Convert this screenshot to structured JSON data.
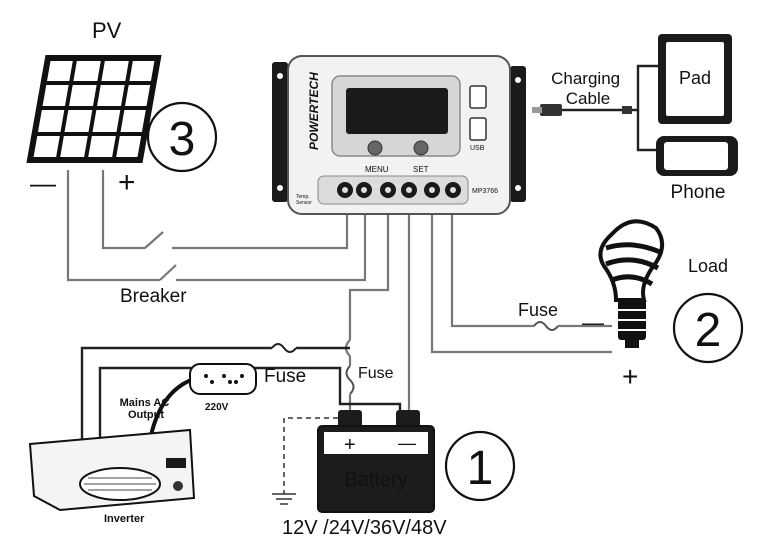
{
  "labels": {
    "pv": "PV",
    "pv_minus": "—",
    "pv_plus": "+",
    "breaker": "Breaker",
    "charging_cable": "Charging\nCable",
    "pad": "Pad",
    "phone": "Phone",
    "load": "Load",
    "fuse_load": "Fuse",
    "fuse_inverter": "Fuse",
    "fuse_battery": "Fuse",
    "load_minus": "—",
    "load_plus": "+",
    "mains_ac_output": "Mains AC\nOutput",
    "v220": "220V",
    "inverter": "Inverter",
    "battery": "Battery",
    "battery_plus": "+",
    "battery_minus": "—",
    "voltages": "12V /24V/36V/48V"
  },
  "controller": {
    "brand": "POWERTECH",
    "menu": "MENU",
    "set": "SET",
    "model": "MP3766",
    "usb": "USB",
    "temp_sensor": "Temp.\nSensor"
  },
  "steps": [
    "1",
    "2",
    "3"
  ],
  "colors": {
    "stroke": "#111111",
    "wire": "#777777",
    "controller_body": "#f2f2f2",
    "screen": "#1a1a1a",
    "battery_body": "#1c1c1c"
  }
}
